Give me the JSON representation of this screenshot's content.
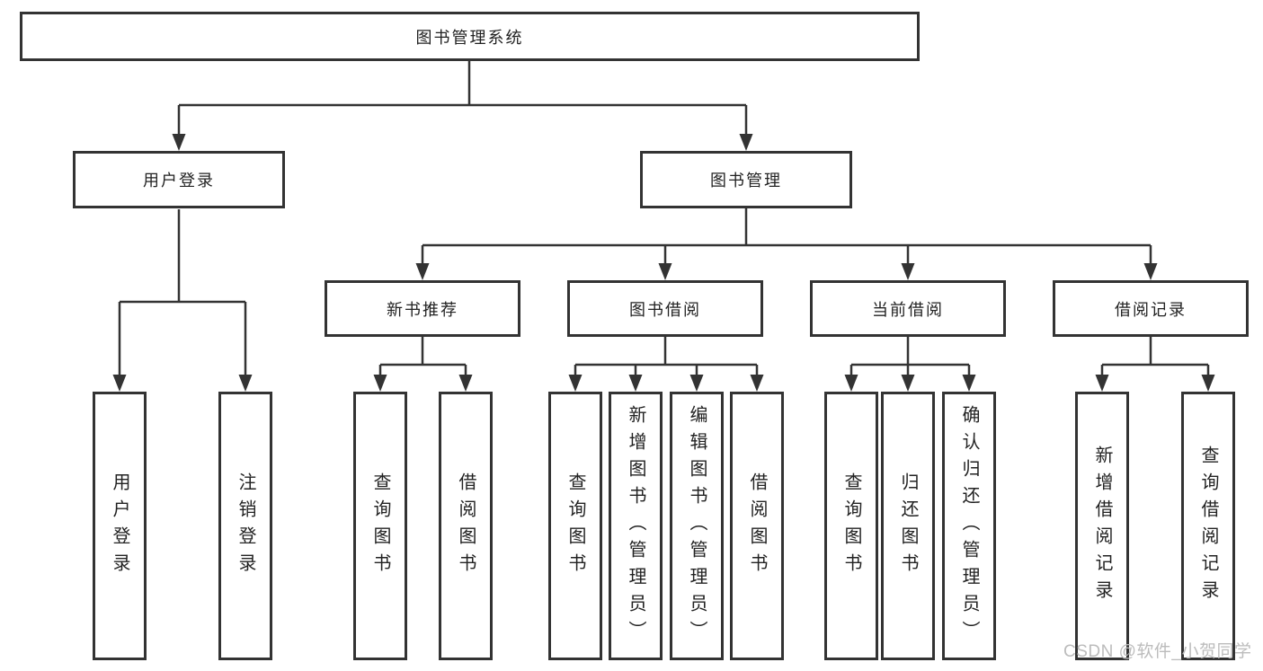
{
  "diagram": {
    "root": "图书管理系统",
    "level2": [
      "用户登录",
      "图书管理"
    ],
    "level3": [
      "新书推荐",
      "图书借阅",
      "当前借阅",
      "借阅记录"
    ],
    "leaves": {
      "user_login": [
        "用户登录",
        "注销登录"
      ],
      "new_book_recommend": [
        "查询图书",
        "借阅图书"
      ],
      "book_borrow": [
        "查询图书",
        "新增图书（管理员）",
        "编辑图书（管理员）",
        "借阅图书"
      ],
      "current_borrow": [
        "查询图书",
        "归还图书",
        "确认归还（管理员）"
      ],
      "borrow_records": [
        "新增借阅记录",
        "查询借阅记录"
      ]
    }
  },
  "watermark": "CSDN @软件_小贺同学",
  "colors": {
    "line": "#333333",
    "text": "#222222",
    "box_background": "#ffffff",
    "watermark": "#bcbcbc"
  }
}
